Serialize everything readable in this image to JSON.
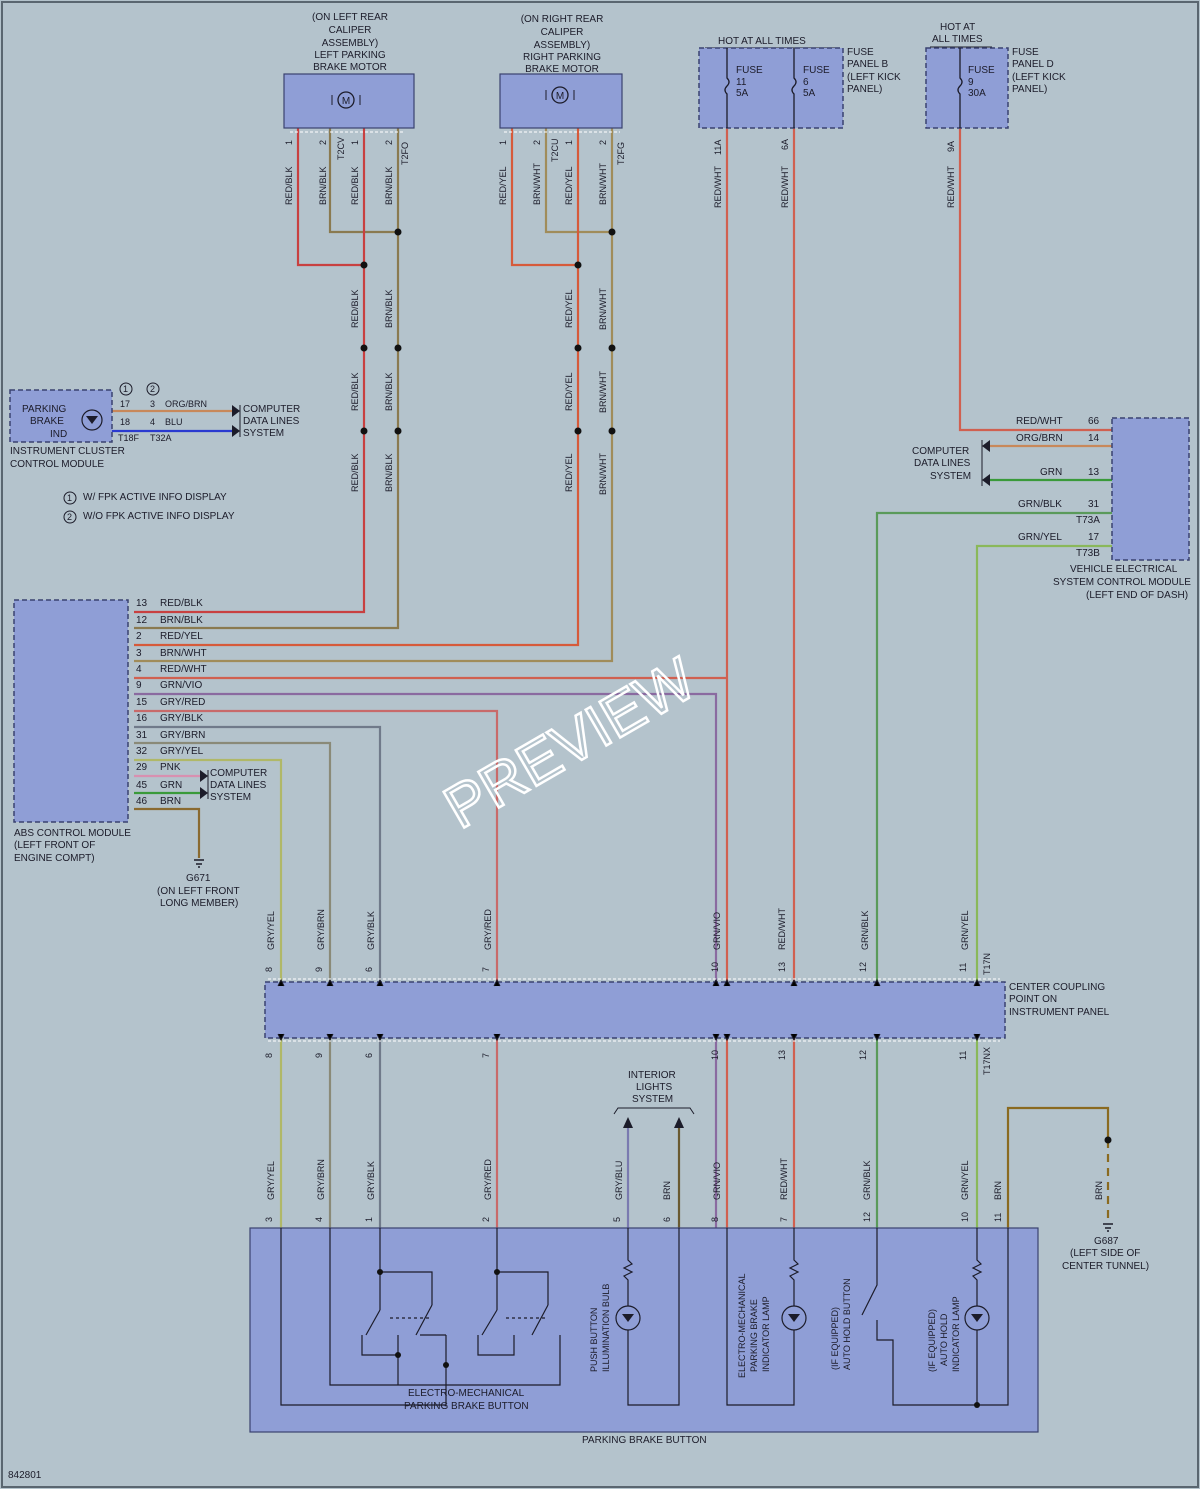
{
  "diagram_id": "842801",
  "watermark": "PREVIEW",
  "components": {
    "left_motor": [
      "(ON LEFT REAR",
      "CALIPER",
      "ASSEMBLY)",
      "LEFT PARKING",
      "BRAKE MOTOR"
    ],
    "right_motor": [
      "(ON RIGHT REAR",
      "CALIPER",
      "ASSEMBLY)",
      "RIGHT PARKING",
      "BRAKE MOTOR"
    ],
    "hot_b": "HOT AT ALL TIMES",
    "hot_d": [
      "HOT AT",
      "ALL TIMES"
    ],
    "fuse_b_label": [
      "FUSE",
      "PANEL B",
      "(LEFT KICK",
      "PANEL)"
    ],
    "fuse_d_label": [
      "FUSE",
      "PANEL D",
      "(LEFT KICK",
      "PANEL)"
    ],
    "fuse_11": [
      "FUSE",
      "11",
      "5A"
    ],
    "fuse_6": [
      "FUSE",
      "6",
      "5A"
    ],
    "fuse_9": [
      "FUSE",
      "9",
      "30A"
    ],
    "cluster_box": [
      "PARKING",
      "BRAKE",
      "IND"
    ],
    "cluster_name": [
      "INSTRUMENT CLUSTER",
      "CONTROL MODULE"
    ],
    "cluster_note_1": "W/ FPK ACTIVE INFO DISPLAY",
    "cluster_note_2": "W/O FPK ACTIVE INFO DISPLAY",
    "abs_name": [
      "ABS CONTROL MODULE",
      "(LEFT FRONT OF",
      "ENGINE COMPT)"
    ],
    "g671": [
      "G671",
      "(ON LEFT FRONT",
      "LONG MEMBER)"
    ],
    "g687": [
      "G687",
      "(LEFT SIDE OF",
      "CENTER TUNNEL)"
    ],
    "vescm_name": [
      "VEHICLE ELECTRICAL",
      "SYSTEM CONTROL MODULE",
      "(LEFT END OF DASH)"
    ],
    "cdl": [
      "COMPUTER",
      "DATA LINES",
      "SYSTEM"
    ],
    "coupling": [
      "CENTER COUPLING",
      "POINT ON",
      "INSTRUMENT PANEL"
    ],
    "interior_lights": [
      "INTERIOR",
      "LIGHTS",
      "SYSTEM"
    ],
    "button_module": "PARKING BRAKE BUTTON",
    "emp_button": [
      "ELECTRO-MECHANICAL",
      "PARKING BRAKE BUTTON"
    ],
    "push_bulb": [
      "PUSH BUTTON",
      "ILLUMINATION BULB"
    ],
    "emp_lamp": [
      "ELECTRO-MECHANICAL",
      "PARKING BRAKE",
      "INDICATOR LAMP"
    ],
    "auto_hold_btn": [
      "(IF EQUIPPED)",
      "AUTO HOLD BUTTON"
    ],
    "auto_hold_lamp": [
      "(IF EQUIPPED)",
      "AUTO HOLD",
      "INDICATOR LAMP"
    ]
  },
  "connectors": {
    "t2cv": "T2CV",
    "t2fo": "T2FO",
    "t2cu": "T2CU",
    "t2fg": "T2FG",
    "t18f": "T18F",
    "t32a": "T32A",
    "t73a": "T73A",
    "t73b": "T73B",
    "t17n": "T17N",
    "t17nx": "T17NX"
  },
  "cluster_pins": [
    {
      "p1": "17",
      "p2": "3",
      "color": "ORG/BRN"
    },
    {
      "p1": "18",
      "p2": "4",
      "color": "BLU"
    }
  ],
  "motor_pins": {
    "left": [
      {
        "pin": "1",
        "color": "RED/BLK"
      },
      {
        "pin": "2",
        "color": "BRN/BLK"
      },
      {
        "pin": "1",
        "color": "RED/BLK"
      },
      {
        "pin": "2",
        "color": "BRN/BLK"
      }
    ],
    "right": [
      {
        "pin": "1",
        "color": "RED/YEL"
      },
      {
        "pin": "2",
        "color": "BRN/WHT"
      },
      {
        "pin": "1",
        "color": "RED/YEL"
      },
      {
        "pin": "2",
        "color": "BRN/WHT"
      }
    ]
  },
  "fuse_wires": [
    {
      "pin": "11A",
      "color": "RED/WHT"
    },
    {
      "pin": "6A",
      "color": "RED/WHT"
    },
    {
      "pin": "9A",
      "color": "RED/WHT"
    }
  ],
  "vescm_pins": [
    {
      "pin": "66",
      "color": "RED/WHT"
    },
    {
      "pin": "14",
      "color": "ORG/BRN"
    },
    {
      "pin": "13",
      "color": "GRN"
    },
    {
      "pin": "31",
      "color": "GRN/BLK"
    },
    {
      "pin": "17",
      "color": "GRN/YEL"
    }
  ],
  "abs_pins": [
    {
      "pin": "13",
      "color": "RED/BLK"
    },
    {
      "pin": "12",
      "color": "BRN/BLK"
    },
    {
      "pin": "2",
      "color": "RED/YEL"
    },
    {
      "pin": "3",
      "color": "BRN/WHT"
    },
    {
      "pin": "4",
      "color": "RED/WHT"
    },
    {
      "pin": "9",
      "color": "GRN/VIO"
    },
    {
      "pin": "15",
      "color": "GRY/RED"
    },
    {
      "pin": "16",
      "color": "GRY/BLK"
    },
    {
      "pin": "31",
      "color": "GRY/BRN"
    },
    {
      "pin": "32",
      "color": "GRY/YEL"
    },
    {
      "pin": "29",
      "color": "PNK"
    },
    {
      "pin": "45",
      "color": "GRN"
    },
    {
      "pin": "46",
      "color": "BRN"
    }
  ],
  "coupling_wires": [
    {
      "pin": "8",
      "color": "GRY/YEL"
    },
    {
      "pin": "9",
      "color": "GRY/BRN"
    },
    {
      "pin": "6",
      "color": "GRY/BLK"
    },
    {
      "pin": "7",
      "color": "GRY/RED"
    },
    {
      "pin": "10",
      "color": "GRN/VIO"
    },
    {
      "pin": "13",
      "color": "RED/WHT"
    },
    {
      "pin": "12",
      "color": "GRN/BLK"
    },
    {
      "pin": "11",
      "color": "GRN/YEL"
    }
  ],
  "button_wires": [
    {
      "pin": "3",
      "color": "GRY/YEL"
    },
    {
      "pin": "4",
      "color": "GRY/BRN"
    },
    {
      "pin": "1",
      "color": "GRY/BLK"
    },
    {
      "pin": "2",
      "color": "GRY/RED"
    },
    {
      "pin": "5",
      "color": "GRY/BLU"
    },
    {
      "pin": "6",
      "color": "BRN"
    },
    {
      "pin": "8",
      "color": "GRN/VIO"
    },
    {
      "pin": "7",
      "color": "RED/WHT"
    },
    {
      "pin": "12",
      "color": "GRN/BLK"
    },
    {
      "pin": "10",
      "color": "GRN/YEL"
    },
    {
      "pin": "11",
      "color": "BRN"
    }
  ],
  "g687_wire": "BRN"
}
